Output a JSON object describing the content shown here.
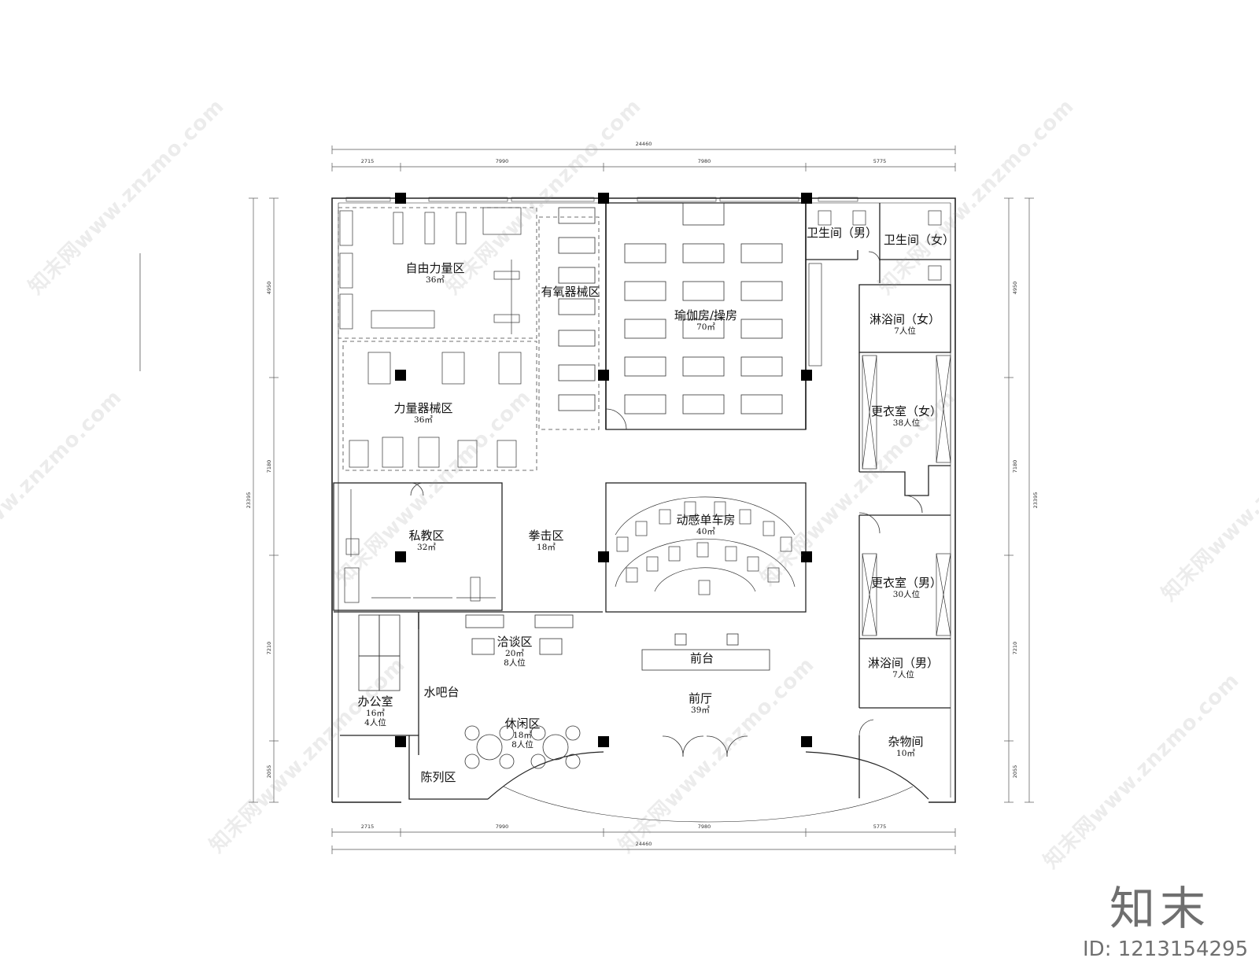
{
  "rooms": {
    "free_weight": {
      "name": "自由力量区",
      "area": "36㎡"
    },
    "cardio": {
      "name": "有氧器械区"
    },
    "yoga": {
      "name": "瑜伽房/操房",
      "area": "70㎡"
    },
    "toilet_m": {
      "name": "卫生间（男）"
    },
    "toilet_f": {
      "name": "卫生间（女）"
    },
    "shower_f": {
      "name": "淋浴间（女）",
      "capacity": "7人位"
    },
    "strength": {
      "name": "力量器械区",
      "area": "36㎡"
    },
    "locker_f": {
      "name": "更衣室（女）",
      "capacity": "38人位"
    },
    "private": {
      "name": "私教区",
      "area": "32㎡"
    },
    "boxing": {
      "name": "拳击区",
      "area": "18㎡"
    },
    "spinning": {
      "name": "动感单车房",
      "area": "40㎡"
    },
    "locker_m": {
      "name": "更衣室（男）",
      "capacity": "30人位"
    },
    "negotiation": {
      "name": "洽谈区",
      "area": "20㎡",
      "capacity": "8人位"
    },
    "reception": {
      "name": "前台"
    },
    "shower_m": {
      "name": "淋浴间（男）",
      "capacity": "7人位"
    },
    "water_bar": {
      "name": "水吧台"
    },
    "office": {
      "name": "办公室",
      "area": "16㎡",
      "capacity": "4人位"
    },
    "lobby": {
      "name": "前厅",
      "area": "39㎡"
    },
    "lounge": {
      "name": "休闲区",
      "area": "18㎡",
      "capacity": "8人位"
    },
    "storage": {
      "name": "杂物间",
      "area": "10㎡"
    },
    "display": {
      "name": "陈列区"
    }
  },
  "dimensions": {
    "overall_width": "24460",
    "segments": [
      "2715",
      "7990",
      "7980",
      "5775"
    ],
    "overall_height": "23395",
    "vertical_segments": [
      "4950",
      "7180",
      "7210",
      "2055"
    ]
  },
  "watermark": {
    "text": "知末网www.znzmo.com",
    "logo": "知末",
    "id": "ID: 1213154295"
  }
}
